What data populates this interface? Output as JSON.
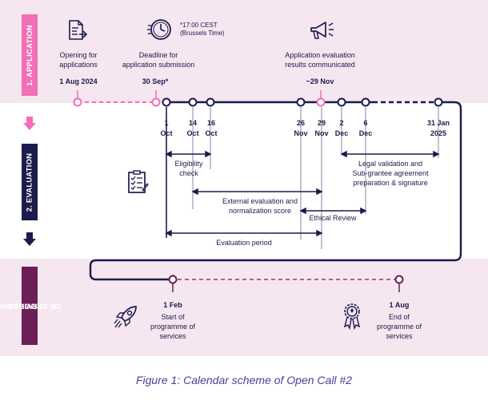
{
  "stages": {
    "application": "1. APPLICATION",
    "evaluation": "2. EVALUATION",
    "programme_line1": "3. PROGRAMME",
    "programme_line2": "OF SERVICES"
  },
  "application": {
    "opening_line1": "Opening for",
    "opening_line2": "applications",
    "opening_date": "1 Aug 2024",
    "deadline_line1": "Deadline for",
    "deadline_line2": "application submission",
    "deadline_date": "30 Sep*",
    "deadline_note_line1": "*17:00 CEST",
    "deadline_note_line2": "(Brussels Time)",
    "results_line1": "Application evaluation",
    "results_line2": "results communicated",
    "results_date": "~29 Nov"
  },
  "timeline_dates": [
    {
      "day": "1",
      "month": "Oct"
    },
    {
      "day": "14",
      "month": "Oct"
    },
    {
      "day": "16",
      "month": "Oct"
    },
    {
      "day": "26",
      "month": "Nov"
    },
    {
      "day": "29",
      "month": "Nov"
    },
    {
      "day": "2",
      "month": "Dec"
    },
    {
      "day": "6",
      "month": "Dec"
    },
    {
      "day": "31 Jan",
      "month": "2025"
    }
  ],
  "evaluation": {
    "eligibility_line1": "Eligibility",
    "eligibility_line2": "check",
    "external_line1": "External evaluation and",
    "external_line2": "normalization score",
    "ethical": "Ethical Review",
    "legal_line1": "Legal validation and",
    "legal_line2": "Sub-grantee agreement",
    "legal_line3": "preparation & signature",
    "period": "Evaluation period"
  },
  "services": {
    "start_date": "1 Feb",
    "start_line1": "Start of",
    "start_line2": "programme of",
    "start_line3": "services",
    "end_date": "1 Aug",
    "end_line1": "End of",
    "end_line2": "programme of",
    "end_line3": "services"
  },
  "caption": "Figure 1: Calendar scheme of Open Call #2",
  "colors": {
    "navy": "#1c1b4d",
    "pink": "#f06fb5",
    "plum": "#6a1f55",
    "band": "#f5e6ef",
    "dashed_plum": "#8a3c72"
  },
  "icons": [
    "document-send-icon",
    "stopwatch-icon",
    "megaphone-icon",
    "clipboard-checklist-icon",
    "rocket-icon",
    "award-ribbon-icon"
  ]
}
